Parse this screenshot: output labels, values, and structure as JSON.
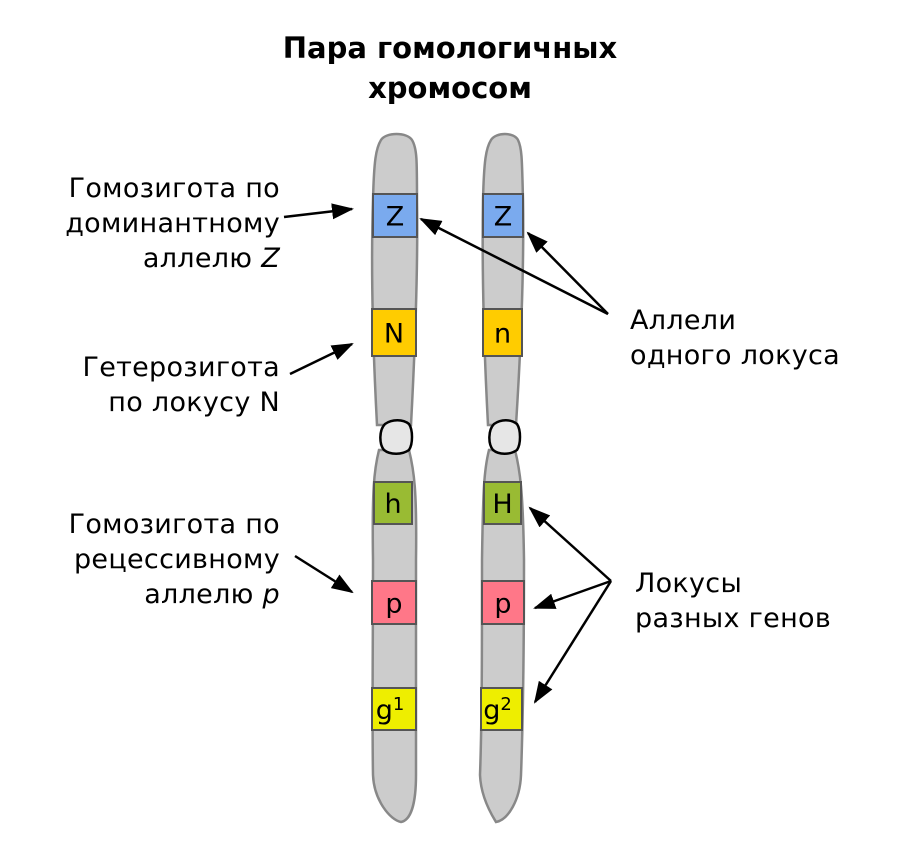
{
  "title": {
    "line1": "Пара гомологичных",
    "line2": "хромосом"
  },
  "colors": {
    "chromosome_fill": "#cccccc",
    "chromosome_stroke": "#888888",
    "centromere_fill": "#e6e6e6",
    "Z": "#7aaaee",
    "N": "#ffcc00",
    "h": "#99bb33",
    "p": "#ff7788",
    "g": "#eeee00"
  },
  "chromosomes": [
    {
      "name": "left",
      "loci": [
        {
          "id": "Z",
          "allele": "Z",
          "sup": ""
        },
        {
          "id": "N",
          "allele": "N",
          "sup": ""
        },
        {
          "id": "h",
          "allele": "h",
          "sup": ""
        },
        {
          "id": "p",
          "allele": "p",
          "sup": ""
        },
        {
          "id": "g",
          "allele": "g",
          "sup": "1"
        }
      ]
    },
    {
      "name": "right",
      "loci": [
        {
          "id": "Z",
          "allele": "Z",
          "sup": ""
        },
        {
          "id": "N",
          "allele": "n",
          "sup": ""
        },
        {
          "id": "h",
          "allele": "H",
          "sup": ""
        },
        {
          "id": "p",
          "allele": "p",
          "sup": ""
        },
        {
          "id": "g",
          "allele": "g",
          "sup": "2"
        }
      ]
    }
  ],
  "labels": {
    "homozygous_dominant": {
      "line1": "Гомозигота по",
      "line2": "доминантному",
      "line3_prefix": "аллелю ",
      "line3_italic": "Z"
    },
    "heterozygous": {
      "line1": "Гетерозигота",
      "line2": "по локусу N"
    },
    "homozygous_recessive": {
      "line1": "Гомозигота по",
      "line2": "рецессивному",
      "line3_prefix": "аллелю ",
      "line3_italic": "p"
    },
    "alleles_one_locus": {
      "line1": "Аллели",
      "line2": "одного локуса"
    },
    "loci_different_genes": {
      "line1": "Локусы",
      "line2": "разных генов"
    }
  }
}
